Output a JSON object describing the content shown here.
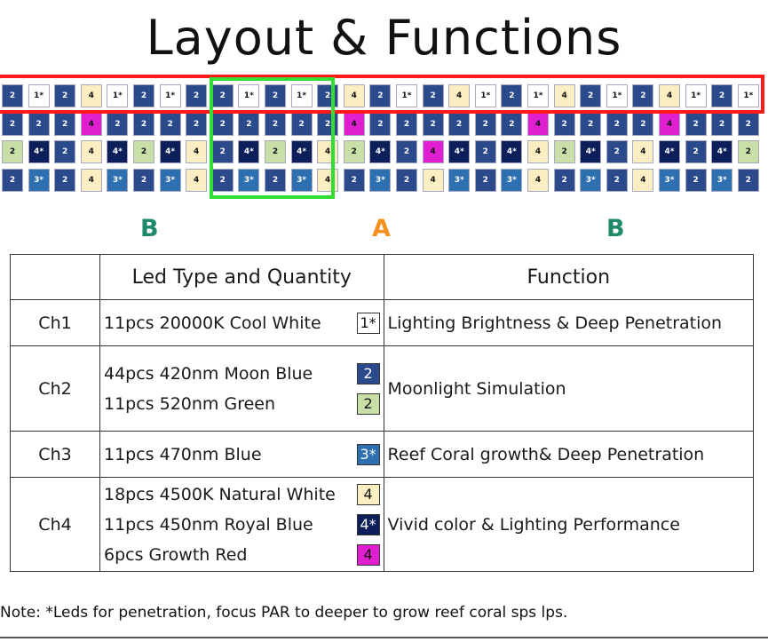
{
  "title": "Layout  &  Functions",
  "colors": {
    "moon_blue": "#2a4a8c",
    "royal_blue": "#0c1f5a",
    "blue_470": "#2e6fb0",
    "cool_white": "#ffffff",
    "natural_white": "#fbeec2",
    "green": "#c8dfa8",
    "red": "#e020d0",
    "frame_red": "#ff1a1a",
    "frame_green": "#33dd33",
    "zone_b": "#1f8a6a",
    "zone_a": "#f5901e"
  },
  "layout_rows": [
    [
      "2",
      "1*",
      "2",
      "4",
      "1*",
      "2",
      "1*",
      "2",
      "2",
      "1*",
      "2",
      "1*",
      "2",
      "4",
      "2",
      "1*",
      "2",
      "4",
      "1*",
      "2",
      "1*",
      "4",
      "2",
      "1*",
      "2",
      "4",
      "1*",
      "2",
      "1*"
    ],
    [
      "2",
      "2",
      "2",
      "4r",
      "2",
      "2",
      "2",
      "2",
      "2",
      "2",
      "2",
      "2",
      "2",
      "4r",
      "2",
      "2",
      "2",
      "2",
      "2",
      "2",
      "4r",
      "2",
      "2",
      "2",
      "2",
      "4r",
      "2",
      "2",
      "2"
    ],
    [
      "2g",
      "4*",
      "2",
      "4",
      "4*",
      "2g",
      "4*",
      "4",
      "2",
      "4*",
      "2g",
      "4*",
      "4",
      "2g",
      "4*",
      "2",
      "4r",
      "4*",
      "2",
      "4*",
      "4",
      "2g",
      "4*",
      "2",
      "4",
      "4*",
      "2",
      "4*",
      "2g"
    ],
    [
      "2",
      "3*",
      "2",
      "4",
      "3*",
      "2",
      "3*",
      "4",
      "2",
      "3*",
      "2",
      "3*",
      "4",
      "2",
      "3*",
      "2",
      "4",
      "3*",
      "2",
      "3*",
      "4",
      "2",
      "3*",
      "2",
      "4",
      "3*",
      "2",
      "3*",
      "2"
    ]
  ],
  "zones": {
    "left": "B",
    "center": "A",
    "right": "B"
  },
  "table": {
    "headers": [
      "",
      "Led Type and Quantity",
      "Function"
    ],
    "rows": [
      {
        "channel": "Ch1",
        "leds": [
          {
            "text": "11pcs 20000K Cool White",
            "tag": "1*",
            "swatch": "cool_white"
          }
        ],
        "function": "Lighting Brightness & Deep Penetration"
      },
      {
        "channel": "Ch2",
        "leds": [
          {
            "text": "44pcs 420nm Moon Blue",
            "tag": "2",
            "swatch": "moon_blue"
          },
          {
            "text": "11pcs 520nm Green",
            "tag": "2",
            "swatch": "green"
          }
        ],
        "function": "Moonlight Simulation"
      },
      {
        "channel": "Ch3",
        "leds": [
          {
            "text": "11pcs 470nm Blue",
            "tag": "3*",
            "swatch": "blue_470"
          }
        ],
        "function": "Reef Coral growth& Deep Penetration"
      },
      {
        "channel": "Ch4",
        "leds": [
          {
            "text": "18pcs 4500K Natural White",
            "tag": "4",
            "swatch": "natural_white"
          },
          {
            "text": "11pcs 450nm Royal Blue",
            "tag": "4*",
            "swatch": "royal_blue"
          },
          {
            "text": "6pcs Growth Red",
            "tag": "4",
            "swatch": "red"
          }
        ],
        "function": "Vivid color & Lighting Performance"
      }
    ]
  },
  "note": "Note: *Leds for penetration, focus PAR to deeper to grow reef coral sps lps."
}
